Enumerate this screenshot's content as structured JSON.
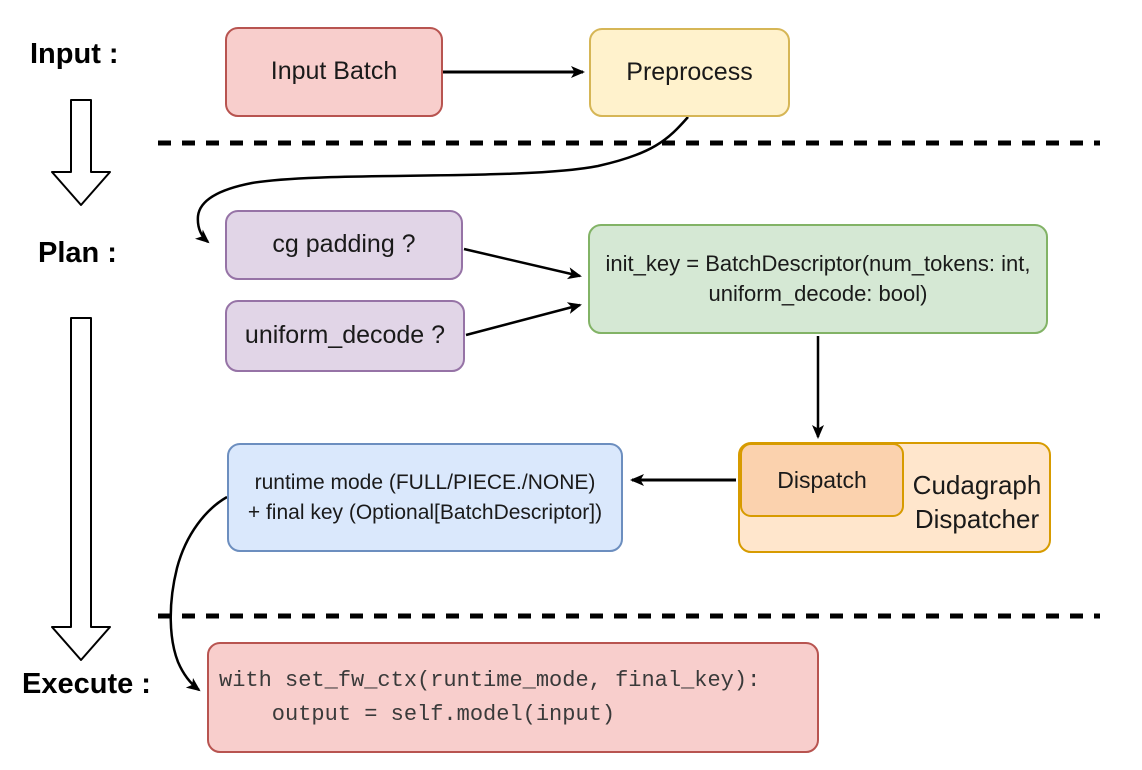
{
  "stages": {
    "input": "Input :",
    "plan": "Plan :",
    "execute": "Execute :"
  },
  "nodes": {
    "input_batch": {
      "label": "Input Batch"
    },
    "preprocess": {
      "label": "Preprocess"
    },
    "cg_padding": {
      "label": "cg padding ?"
    },
    "uniform_decode": {
      "label": "uniform_decode ?"
    },
    "init_key": {
      "line1": "init_key = BatchDescriptor(num_tokens: int,",
      "line2": "uniform_decode: bool)"
    },
    "runtime_mode": {
      "line1": "runtime mode (FULL/PIECE./NONE)",
      "line2": "+ final key (Optional[BatchDescriptor])"
    },
    "dispatch": {
      "label": "Dispatch"
    },
    "cudagraph_dispatcher": {
      "line1": "Cudagraph",
      "line2": "Dispatcher"
    },
    "execute_code": {
      "line1": "with set_fw_ctx(runtime_mode, final_key):",
      "line2": "    output = self.model(input)"
    }
  },
  "colors": {
    "red_fill": "#f8cecc",
    "red_stroke": "#b85450",
    "yellow_fill": "#fff2cc",
    "yellow_stroke": "#d6b656",
    "purple_fill": "#e1d5e7",
    "purple_stroke": "#9673a6",
    "green_fill": "#d5e8d4",
    "green_stroke": "#82b366",
    "blue_fill": "#dae8fc",
    "blue_stroke": "#6c8ebf",
    "orange_outer_fill": "#ffe6cc",
    "orange_inner_fill": "#fbd2ae",
    "orange_stroke": "#d79b00",
    "connector": "#000000",
    "background": "#ffffff"
  }
}
